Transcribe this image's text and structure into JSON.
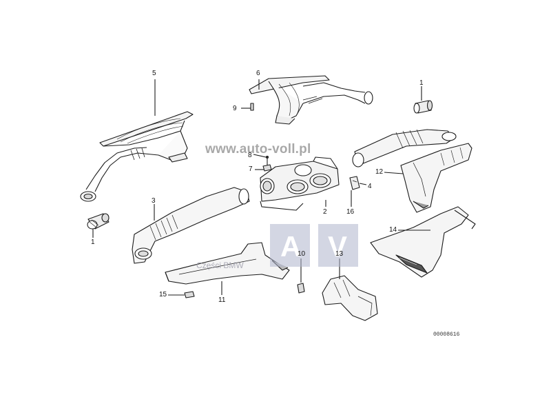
{
  "diagram": {
    "catalog_number": "00008616",
    "watermark_url": "www.auto-voll.pl",
    "watermark_sub": "Części BMW",
    "watermark_logo_letters": [
      "A",
      "V"
    ],
    "callouts": [
      "5",
      "6",
      "9",
      "1",
      "8",
      "7",
      "4",
      "12",
      "3",
      "2",
      "16",
      "1",
      "14",
      "10",
      "13",
      "15",
      "11"
    ]
  }
}
